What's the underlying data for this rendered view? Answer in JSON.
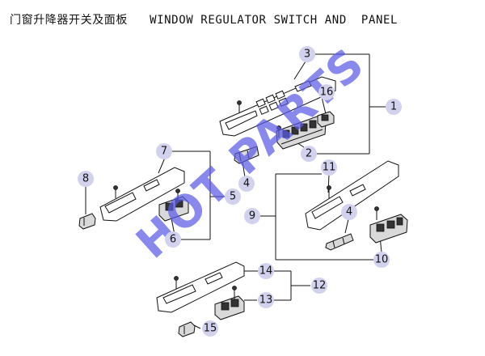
{
  "title": "门窗升降器开关及面板   WINDOW REGULATOR SWITCH AND  PANEL",
  "watermark": "HOT PARTS",
  "callouts": {
    "c1": "1",
    "c2": "2",
    "c3": "3",
    "c4a": "4",
    "c4b": "4",
    "c5": "5",
    "c6": "6",
    "c7": "7",
    "c8": "8",
    "c9": "9",
    "c10": "10",
    "c11": "11",
    "c12": "12",
    "c13": "13",
    "c14": "14",
    "c15": "15",
    "c16": "16"
  },
  "colors": {
    "bubble": "#d2d2ee",
    "watermark": "#5a5ae6",
    "line": "#111111"
  }
}
